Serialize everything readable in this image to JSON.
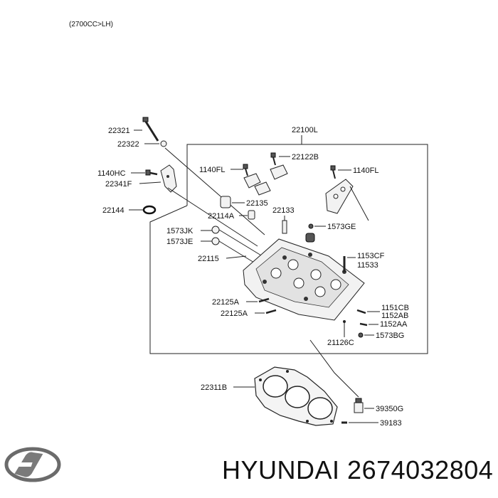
{
  "header": {
    "engine_note": "(2700CC>LH)"
  },
  "parts": {
    "p22100L": "22100L",
    "p22321": "22321",
    "p22322": "22322",
    "p1140HC": "1140HC",
    "p22341F": "22341F",
    "p22144": "22144",
    "p1140FL_left": "1140FL",
    "p22122B": "22122B",
    "p1140FL_right": "1140FL",
    "p22135": "22135",
    "p22114A": "22114A",
    "p22133": "22133",
    "p1573JK": "1573JK",
    "p1573JE": "1573JE",
    "p1573GE": "1573GE",
    "p22115": "22115",
    "p1153CF": "1153CF",
    "p11533": "11533",
    "p22125A_1": "22125A",
    "p22125A_2": "22125A",
    "p1151CB": "1151CB",
    "p1152AB": "1152AB",
    "p1152AA": "1152AA",
    "p1573BG": "1573BG",
    "p21126C": "21126C",
    "p22311B": "22311B",
    "p39350G": "39350G",
    "p39183": "39183"
  },
  "footer": {
    "brand": "HYUNDAI",
    "part_number": "2674032804",
    "logo_icon": "hyundai-logo-icon"
  }
}
